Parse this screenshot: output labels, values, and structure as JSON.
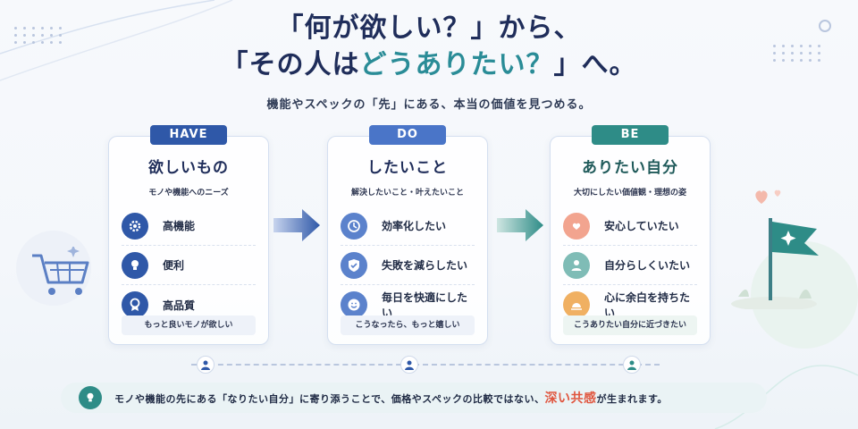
{
  "title": {
    "line1": "「何が欲しい？」から、",
    "line2_pre": "「その人は",
    "line2_accent": "どうありたい？",
    "line2_post": "」へ。"
  },
  "subtitle": "機能やスペックの「先」にある、本当の価値を見つめる。",
  "cards": {
    "have": {
      "tag": "HAVE",
      "heading": "欲しいもの",
      "desc": "モノや機能へのニーズ",
      "items": [
        {
          "label": "高機能",
          "icon": "gear-icon"
        },
        {
          "label": "便利",
          "icon": "lightbulb-icon"
        },
        {
          "label": "高品質",
          "icon": "award-icon"
        }
      ],
      "footer": "もっと良いモノが欲しい"
    },
    "do": {
      "tag": "DO",
      "heading": "したいこと",
      "desc": "解決したいこと・叶えたいこと",
      "items": [
        {
          "label": "効率化したい",
          "icon": "clock-icon"
        },
        {
          "label": "失敗を減らしたい",
          "icon": "shield-check-icon"
        },
        {
          "label": "毎日を快適にしたい",
          "icon": "smile-icon"
        }
      ],
      "footer": "こうなったら、もっと嬉しい"
    },
    "be": {
      "tag": "BE",
      "heading": "ありたい自分",
      "desc": "大切にしたい価値観・理想の姿",
      "items": [
        {
          "label": "安心していたい",
          "icon": "heart-hands-icon",
          "color": "#f2a48f"
        },
        {
          "label": "自分らしくいたい",
          "icon": "person-icon",
          "color": "#7fbcb6"
        },
        {
          "label": "心に余白を持ちたい",
          "icon": "sunrise-icon",
          "color": "#f0b062"
        }
      ],
      "footer": "こうありたい自分に近づきたい"
    }
  },
  "bottom": {
    "text_pre": "モノや機能の先にある「なりたい自分」に寄り添うことで、価格やスペックの比較ではない、",
    "text_emph": "深い共感",
    "text_post": "が生まれます。"
  },
  "colors": {
    "navy": "#1f2d5a",
    "blue": "#2f58a8",
    "teal": "#2e8c87",
    "emphasis": "#e0563f"
  }
}
